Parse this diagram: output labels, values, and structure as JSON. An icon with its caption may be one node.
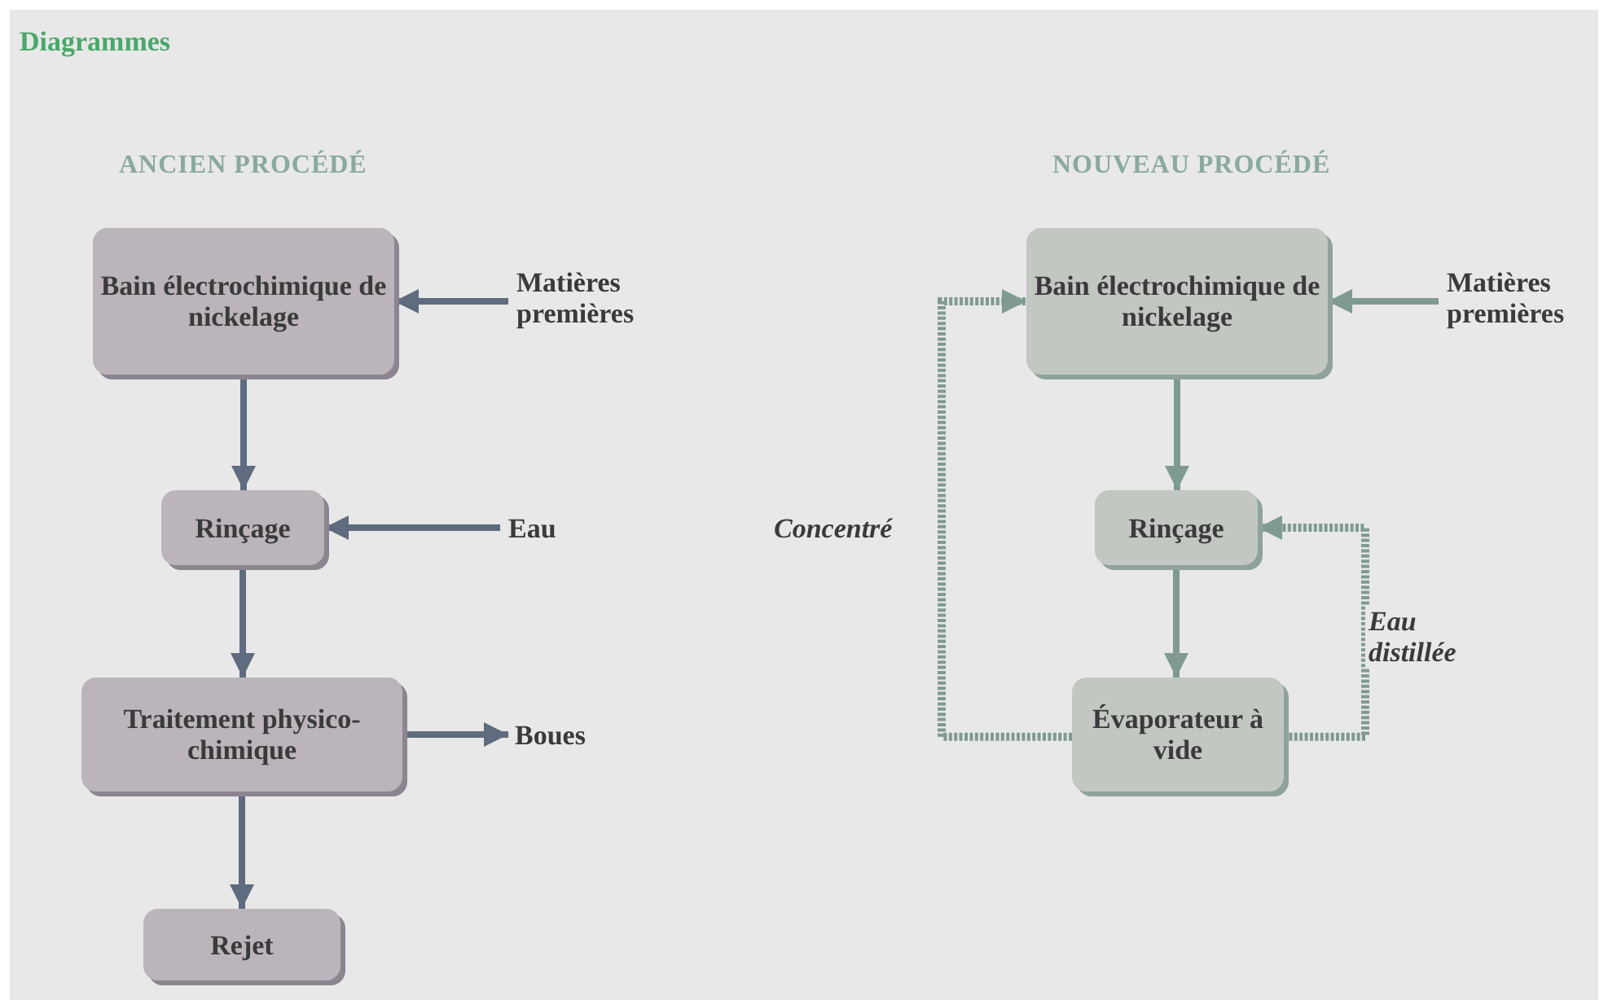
{
  "diagram": {
    "title": "Diagrammes",
    "nodes": [
      {
        "text": [
          "Bain électrochimique de nickelage"
        ]
      },
      {
        "text": [
          "Matières premières"
        ]
      },
      {
        "text": [
          "Rinçage"
        ]
      },
      {
        "text": [
          "Eau"
        ]
      },
      {
        "text": [
          "Traitement physico-chimique"
        ]
      },
      {
        "text": [
          "Boues"
        ]
      },
      {
        "text": [
          "Rejet"
        ]
      },
      {
        "text": [
          "Bain électrochimique de nickelage"
        ]
      },
      {
        "text": [
          "Matières premières"
        ]
      },
      {
        "text": [
          "Rinçage"
        ]
      },
      {
        "text": [
          "Évaporateur à vide"
        ]
      }
    ],
    "edges": [
      {
        "from": 1,
        "to": 0,
        "arrow": "to"
      },
      {
        "from": 0,
        "to": 2,
        "arrow": "to"
      },
      {
        "from": 3,
        "to": 2,
        "arrow": "to"
      },
      {
        "from": 2,
        "to": 4,
        "arrow": "to"
      },
      {
        "from": 4,
        "to": 5,
        "arrow": "to"
      },
      {
        "from": 4,
        "to": 6,
        "arrow": "to"
      },
      {
        "from": 8,
        "to": 7,
        "arrow": "to",
        "color": "#7f9a93"
      },
      {
        "from": 7,
        "to": 9,
        "arrow": "to",
        "color": "#7f9a93"
      },
      {
        "from": 9,
        "to": 10,
        "arrow": "to",
        "color": "#7f9a93"
      },
      {
        "from": 10,
        "to": 7,
        "arrow": "to",
        "label": "Concentré",
        "style": "dashed",
        "color": "#7f9a93"
      },
      {
        "from": 10,
        "to": 9,
        "arrow": "to",
        "label": "Eau distillée",
        "style": "dashed",
        "color": "#7f9a93"
      }
    ],
    "labels": [
      "ANCIEN PROCÉDÉ",
      "NOUVEAU PROCÉDÉ"
    ]
  }
}
